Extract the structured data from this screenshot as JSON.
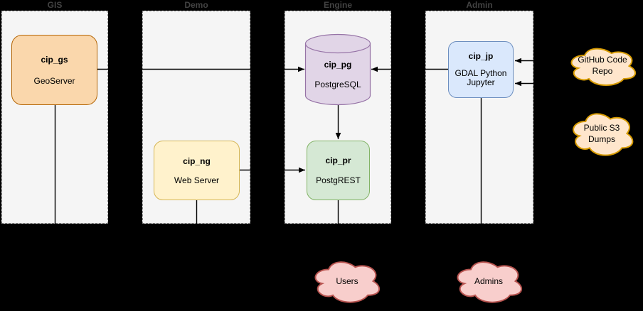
{
  "palette": {
    "background": "#000000",
    "container_fill": "#f5f5f5",
    "container_border": "#8d8d8d",
    "container_label_color": "#434343",
    "edge_color": "#000000",
    "node_text_color": "#000000"
  },
  "containers": {
    "gis": {
      "label": "GIS"
    },
    "demo": {
      "label": "Demo"
    },
    "engine": {
      "label": "Engine"
    },
    "admin": {
      "label": "Admin"
    }
  },
  "nodes": {
    "cip_gs": {
      "title": "cip_gs",
      "subtitle": "GeoServer",
      "container": "GIS",
      "shape": "rounded-rect",
      "fill": "#fad7ac",
      "stroke": "#b46504"
    },
    "cip_ng": {
      "title": "cip_ng",
      "subtitle": "Web Server",
      "container": "Demo",
      "shape": "rounded-rect",
      "fill": "#fff2cc",
      "stroke": "#d6b656"
    },
    "cip_pg": {
      "title": "cip_pg",
      "subtitle": "PostgreSQL",
      "container": "Engine",
      "shape": "database-cylinder",
      "fill": "#e1d5e7",
      "stroke": "#9673a6"
    },
    "cip_pr": {
      "title": "cip_pr",
      "subtitle": "PostgREST",
      "container": "Engine",
      "shape": "rounded-rect",
      "fill": "#d5e8d4",
      "stroke": "#82b366"
    },
    "cip_jp": {
      "title": "cip_jp",
      "subtitle_lines": [
        "GDAL Python",
        "Jupyter"
      ],
      "container": "Admin",
      "shape": "rounded-rect",
      "fill": "#dae8fc",
      "stroke": "#6c8ebf"
    }
  },
  "clouds": {
    "github_repo": {
      "lines": [
        "GitHub Code",
        "Repo"
      ],
      "fill": "#ffe6cc",
      "stroke": "#d79b00"
    },
    "public_s3": {
      "lines": [
        "Public S3",
        "Dumps"
      ],
      "fill": "#ffe6cc",
      "stroke": "#d79b00"
    },
    "users": {
      "lines": [
        "Users"
      ],
      "fill": "#f8cecc",
      "stroke": "#b85450"
    },
    "admins": {
      "lines": [
        "Admins"
      ],
      "fill": "#f8cecc",
      "stroke": "#b85450"
    }
  },
  "edges": [
    {
      "from": "cip_gs",
      "to": "cip_pg",
      "arrow": true
    },
    {
      "from": "cip_jp",
      "to": "cip_pg",
      "arrow": true
    },
    {
      "from": "cip_pg",
      "to": "cip_pr",
      "arrow": true
    },
    {
      "from": "cip_ng",
      "to": "cip_pr",
      "arrow": true
    },
    {
      "from": "GitHub Code Repo",
      "to": "cip_jp",
      "arrow": true
    },
    {
      "from": "Public S3 Dumps",
      "to": "cip_jp",
      "arrow": true
    },
    {
      "from": "cip_gs",
      "to": "GIS container bottom",
      "arrow": false
    },
    {
      "from": "cip_ng",
      "to": "Demo container bottom",
      "arrow": false
    },
    {
      "from": "cip_pr",
      "to": "Engine container bottom",
      "arrow": false
    },
    {
      "from": "cip_jp",
      "to": "Admin container bottom",
      "arrow": false
    }
  ]
}
